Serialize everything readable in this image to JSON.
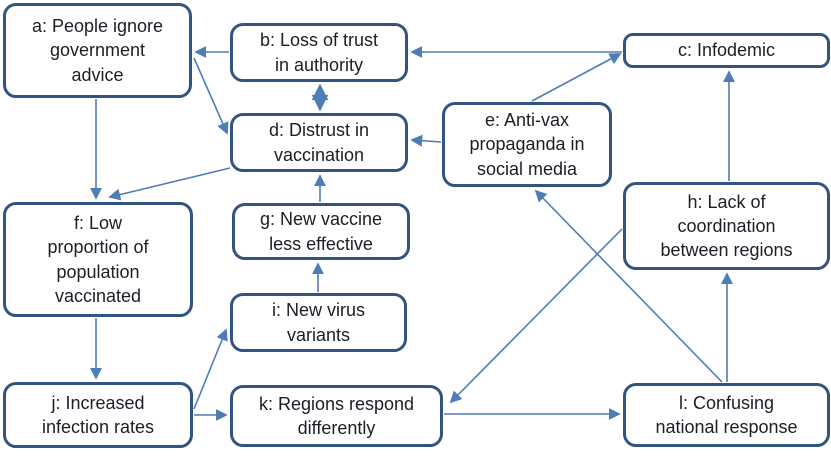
{
  "diagram": {
    "description": "Causal loop diagram linking infodemic, trust, vaccination and regional coordination",
    "colors": {
      "box_border": "#315580",
      "box_fill": "#ffffff",
      "text": "#1b1e26",
      "arrow": "#4e7db6",
      "background": "#ffffff"
    },
    "nodes": {
      "a": {
        "label": "a: People ignore\ngovernment\nadvice"
      },
      "b": {
        "label": "b: Loss of trust\nin authority"
      },
      "c": {
        "label": "c: Infodemic"
      },
      "d": {
        "label": "d: Distrust in\nvaccination"
      },
      "e": {
        "label": "e: Anti-vax\npropaganda in\nsocial media"
      },
      "f": {
        "label": "f: Low\nproportion of\npopulation\nvaccinated"
      },
      "g": {
        "label": "g: New vaccine\nless effective"
      },
      "h": {
        "label": "h: Lack of\ncoordination\nbetween regions"
      },
      "i": {
        "label": "i: New virus\nvariants"
      },
      "j": {
        "label": "j: Increased\ninfection rates"
      },
      "k": {
        "label": "k: Regions respond\ndifferently"
      },
      "l": {
        "label": "l: Confusing\nnational response"
      }
    },
    "edges": [
      {
        "from": "b",
        "to": "a",
        "bidirectional": false
      },
      {
        "from": "c",
        "to": "b",
        "bidirectional": false
      },
      {
        "from": "a",
        "to": "d",
        "bidirectional": false
      },
      {
        "from": "b",
        "to": "d",
        "bidirectional": true
      },
      {
        "from": "e",
        "to": "d",
        "bidirectional": false
      },
      {
        "from": "e",
        "to": "c",
        "bidirectional": false
      },
      {
        "from": "g",
        "to": "d",
        "bidirectional": false
      },
      {
        "from": "i",
        "to": "g",
        "bidirectional": false
      },
      {
        "from": "d",
        "to": "f",
        "bidirectional": false
      },
      {
        "from": "a",
        "to": "f",
        "bidirectional": false
      },
      {
        "from": "f",
        "to": "j",
        "bidirectional": false
      },
      {
        "from": "j",
        "to": "i",
        "bidirectional": false
      },
      {
        "from": "j",
        "to": "k",
        "bidirectional": false
      },
      {
        "from": "k",
        "to": "l",
        "bidirectional": false
      },
      {
        "from": "l",
        "to": "h",
        "bidirectional": false
      },
      {
        "from": "h",
        "to": "c",
        "bidirectional": false
      },
      {
        "from": "h",
        "to": "k",
        "bidirectional": false
      },
      {
        "from": "l",
        "to": "e",
        "bidirectional": false
      }
    ]
  }
}
